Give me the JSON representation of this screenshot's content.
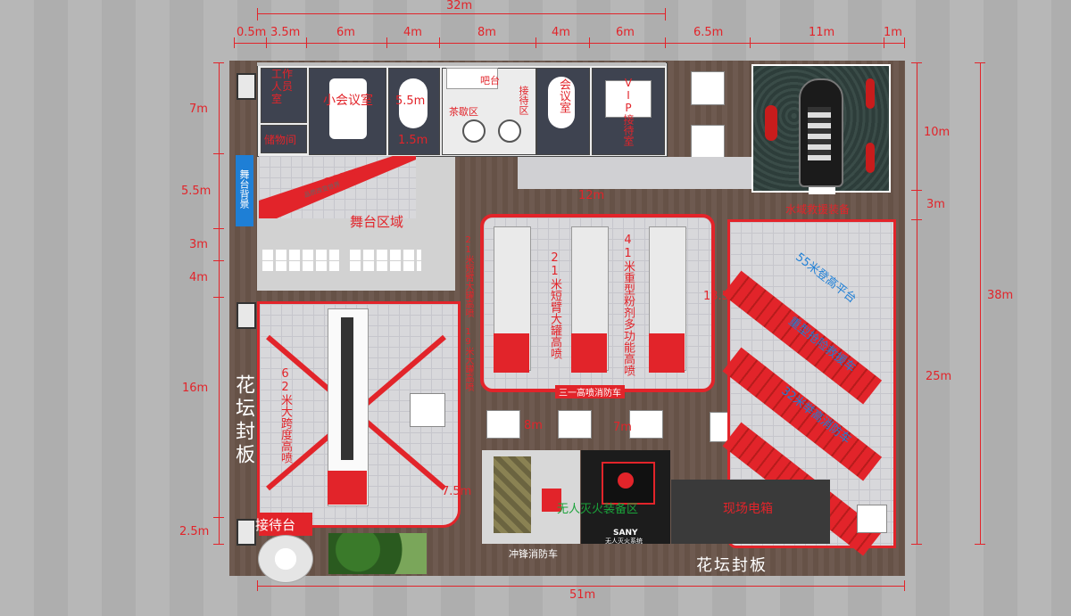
{
  "top_dims": [
    "0.5m",
    "3.5m",
    "6m",
    "4m",
    "8m",
    "4m",
    "6m",
    "6.5m",
    "11m",
    "1m"
  ],
  "top_total": "32m",
  "left_dims": [
    "7m",
    "5.5m",
    "3m",
    "4m",
    "16m",
    "2.5m"
  ],
  "right_dims": [
    "10m",
    "3m",
    "25m"
  ],
  "right_total": "38m",
  "bottom_total": "51m",
  "rooms": {
    "staff_room": "工作人员室",
    "small_meeting": "小会议室",
    "storage": "储物间",
    "bar": "吧台",
    "tea_area": "茶歇区",
    "meeting_room": "会议室",
    "vip_room": "VIP接待室",
    "reception": "接待区"
  },
  "inner_dims": {
    "d_55m": "5.5m",
    "d_15m": "1.5m",
    "d_12m": "12m",
    "d_135m": "13.5m",
    "d_8m": "8m",
    "d_7m": "7m",
    "d_75m": "7.5m"
  },
  "stage": {
    "label": "舞台区域",
    "side_label": "舞台背景",
    "brand": "SANY",
    "slogan": "品质改变世界"
  },
  "boat_area": "水域救援装备",
  "trucks": {
    "t21": "21米短臂大罐高喷",
    "t41": "41米重型粉剂多功能高喷",
    "t62": "62米大跨度高喷",
    "group_label": "三一高喷消防车",
    "vertical_label": "21米短臂大罐高喷 19米大罐高喷"
  },
  "ladders": {
    "l55": "55米登高平台",
    "l_mid": "重型抢险救援车",
    "l_low": "32米举高消防车"
  },
  "drone_area": "无人灭火装备区",
  "drone_brand": "SANY",
  "drone_sub": "无人灭火系统",
  "assault_truck": "冲锋消防车",
  "electric_box": "现场电箱",
  "info_desk": "接待台",
  "flowerbed_left": "花坛封板",
  "flowerbed_bottom": "花坛封板",
  "colors": {
    "accent_red": "#e2242a",
    "blue_label": "#1e7fd6",
    "green_label": "#1aa33a",
    "wood": "#6e5a50",
    "floor_grid": "#d8d8db"
  }
}
